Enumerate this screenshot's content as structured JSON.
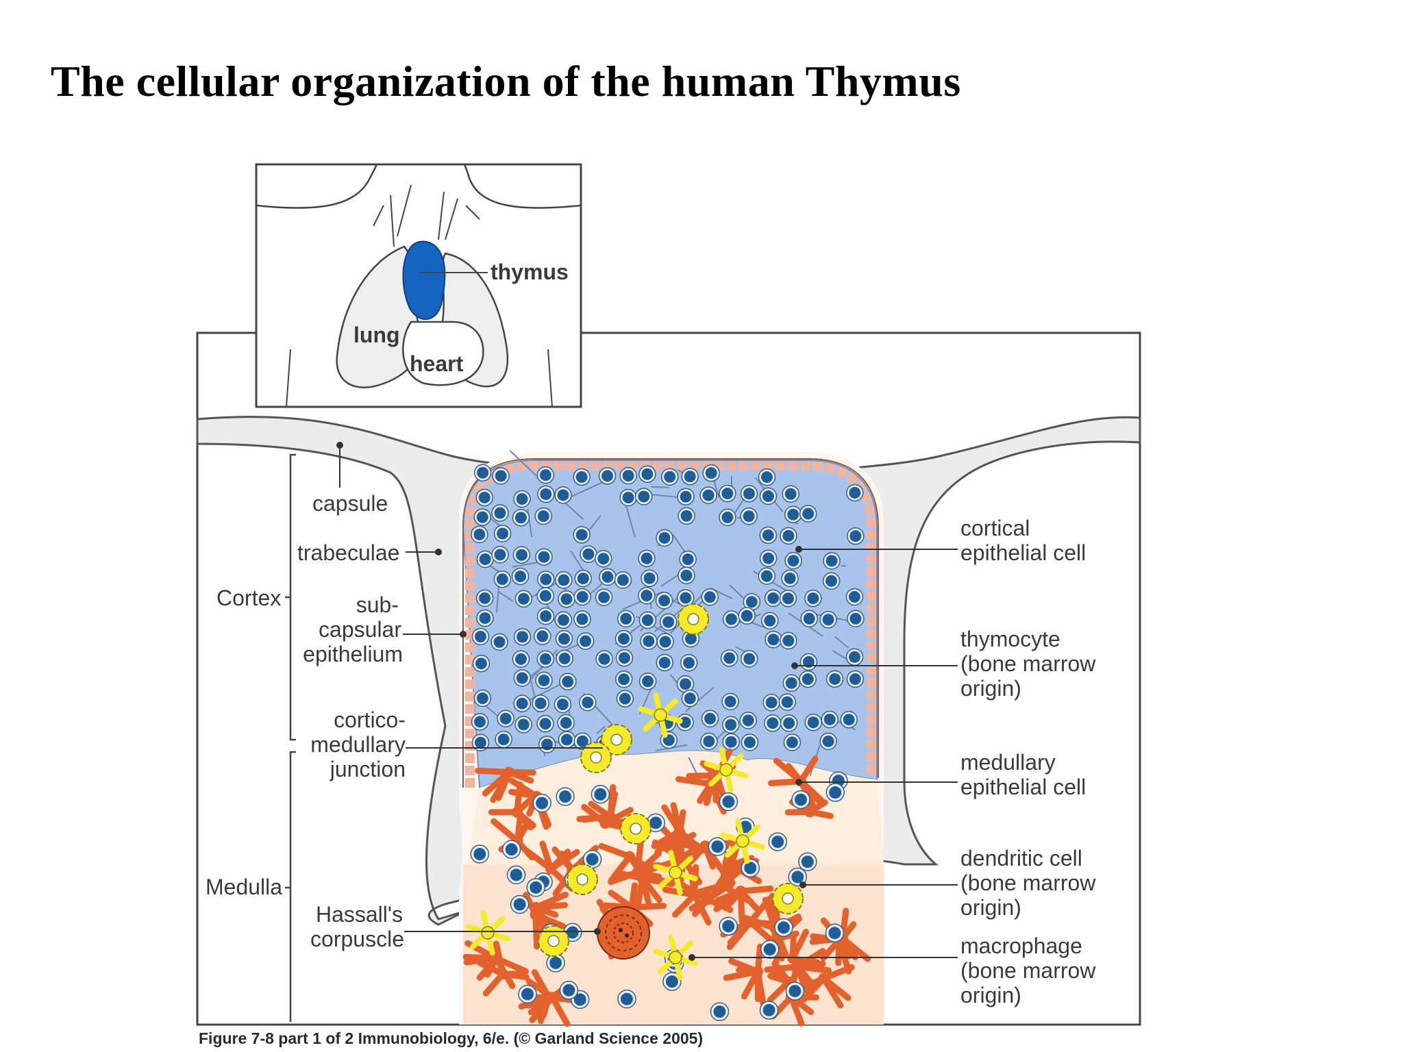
{
  "title": "The cellular organization of the human Thymus",
  "inset": {
    "thymus": "thymus",
    "lung": "lung",
    "heart": "heart"
  },
  "regions": {
    "cortex": "Cortex",
    "medulla": "Medulla"
  },
  "left_labels": {
    "capsule": "capsule",
    "trabeculae": "trabeculae",
    "subcapsular": [
      "sub-",
      "capsular",
      "epithelium"
    ],
    "corticomedullary": [
      "cortico-",
      "medullary",
      "junction"
    ],
    "hassalls": [
      "Hassall's",
      "corpuscle"
    ]
  },
  "right_labels": {
    "cortical_epithelial": [
      "cortical",
      "epithelial cell"
    ],
    "thymocyte": [
      "thymocyte",
      "(bone marrow",
      "origin)"
    ],
    "medullary_epithelial": [
      "medullary",
      "epithelial cell"
    ],
    "dendritic": [
      "dendritic cell",
      "(bone marrow",
      "origin)"
    ],
    "macrophage": [
      "macrophage",
      "(bone marrow",
      "origin)"
    ]
  },
  "caption": "Figure 7-8 part 1 of 2  Immunobiology, 6/e. (© Garland Science 2005)",
  "colors": {
    "thymus_blue": "#1565c0",
    "cortex_fill": "#a9c4ea",
    "cell_nucleus": "#1f5d99",
    "medullary_epithelial": "#e2612c",
    "dendritic_macrophage": "#f3ea2c",
    "subcapsular": "#f0b4a2",
    "medulla_bg": "#fdeede"
  }
}
